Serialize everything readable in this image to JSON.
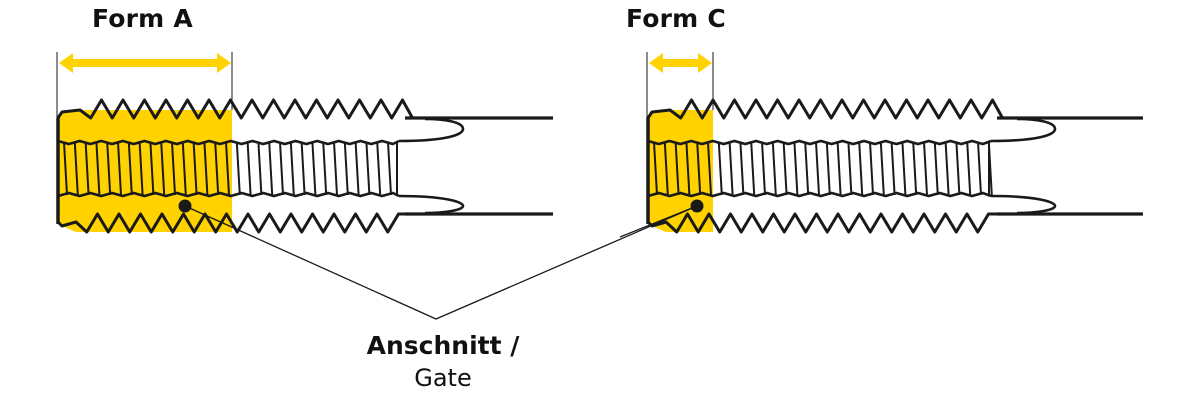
{
  "diagram": {
    "type": "thread-insert-comparison",
    "colors": {
      "highlight": "#ffd200",
      "outline": "#1a1a1a",
      "background": "#ffffff"
    },
    "forms": [
      {
        "label": "Form A",
        "highlighted_threads": "long"
      },
      {
        "label": "Form C",
        "highlighted_threads": "short"
      }
    ],
    "callout": {
      "label_de": "Anschnitt /",
      "label_en": "Gate"
    }
  }
}
